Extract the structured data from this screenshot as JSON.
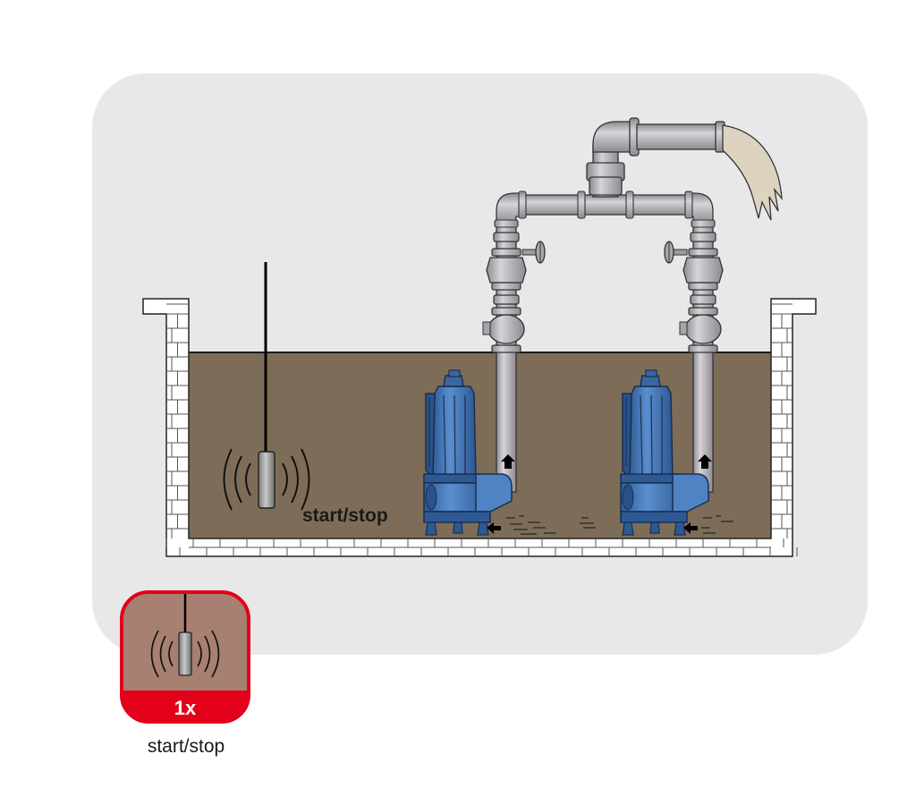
{
  "diagram": {
    "sensor_label": "start/stop",
    "legend": {
      "count": "1x",
      "caption": "start/stop"
    }
  },
  "colors": {
    "panel": "#e8e8e8",
    "water": "#7d6d58",
    "pump_blue": "#3d6fb0",
    "pipe_grey": "#b8b6bb",
    "badge_red": "#e3001b",
    "badge_fill": "#a78072",
    "outflow": "#ddd3c0"
  },
  "icons": [
    "float-switch-icon",
    "signal-waves-icon",
    "flow-arrow-icon",
    "valve-handwheel-icon"
  ]
}
